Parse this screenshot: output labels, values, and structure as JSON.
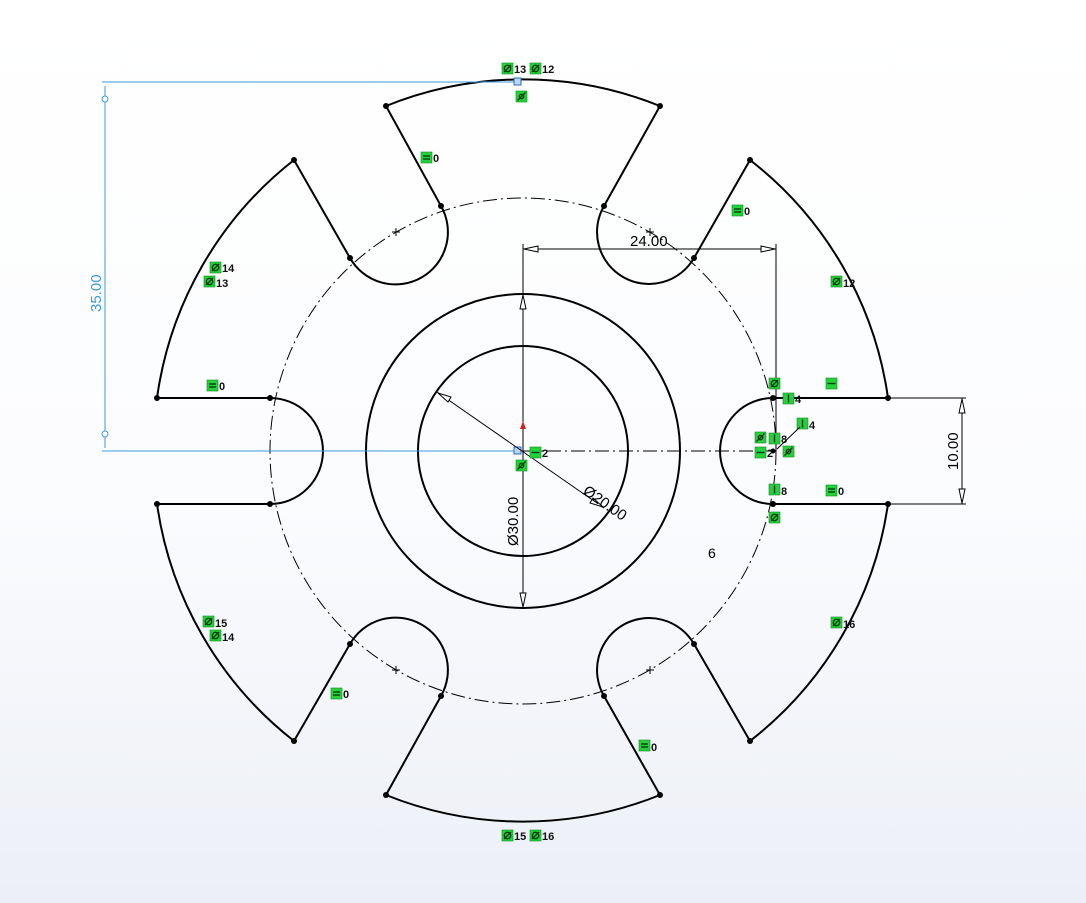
{
  "dimensions": {
    "width_24": "24.00",
    "height_35": "35.00",
    "slot_10": "10.00",
    "dia_30": "Ø30.00",
    "dia_20": "Ø20.00"
  },
  "free_label": "6",
  "relations": [
    {
      "label": "13"
    },
    {
      "label": "12"
    },
    {
      "label": ""
    },
    {
      "label": "0"
    },
    {
      "label": "0"
    },
    {
      "label": "12"
    },
    {
      "label": "14"
    },
    {
      "label": "13"
    },
    {
      "label": "0"
    },
    {
      "label": "4"
    },
    {
      "label": "4"
    },
    {
      "label": "8"
    },
    {
      "label": "2"
    },
    {
      "label": "8"
    },
    {
      "label": "0"
    },
    {
      "label": ""
    },
    {
      "label": ""
    },
    {
      "label": ""
    },
    {
      "label": ""
    },
    {
      "label": ""
    },
    {
      "label": "2"
    },
    {
      "label": ""
    },
    {
      "label": "15"
    },
    {
      "label": "14"
    },
    {
      "label": "0"
    },
    {
      "label": "0"
    },
    {
      "label": "16"
    },
    {
      "label": "15"
    },
    {
      "label": "16"
    }
  ]
}
